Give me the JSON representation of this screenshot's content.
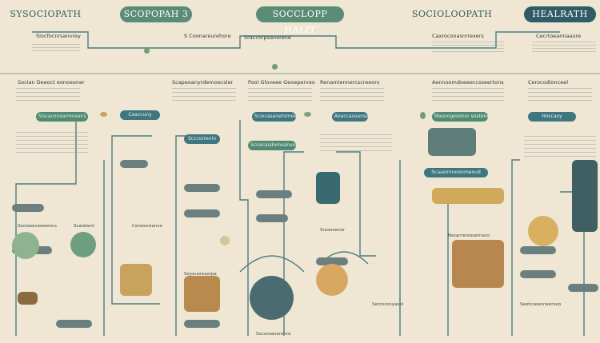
{
  "titles": {
    "t1": "SYSOCIOPATH",
    "t2": "SCOPOPAH 3",
    "t3": "SOCCLOPP HALIT",
    "t4": "SOCIOLOOPATH",
    "t5": "HEALRATH"
  },
  "pills": {
    "p1": "Siscaconoarmoseirs",
    "p2": "Caaccuny",
    "p3": "Sciocasanetomoiror",
    "p4": "Aoaccasoanseitol",
    "p5": "Masnogesonor sostenerd",
    "p6": "Hoscaoy",
    "p7": "Scccorrenin",
    "p8": "Scnacasdomeanvol",
    "p9": "Scaasmnorenmeoud"
  },
  "labels": {
    "l1": "Siocfocnrsanvrey",
    "l2": "S Coonareurehore",
    "l3": "Sraccorpsanorene",
    "l4": "Socian Deeoct eonoeoner",
    "l5": "Scapeoanyrdemoecsler",
    "l6": "Pool Gloveee Geoeperveo",
    "l7": "Renamiennercscreeors",
    "l8": "Aennoomdoeeeccsseertons",
    "l9": "Socioeeceoeeiocs",
    "l10": "Ceroosreanvo",
    "l11": "Scaiatent",
    "l12": "Soyeusreasrpa",
    "l13": "Srasooenor",
    "l14": "Socoroanerenre",
    "l15": "Caxroconasnrrexers",
    "l16": "Cecrtoeannaaure",
    "l17": "Cerocodionceel",
    "l18": "Neoprreresoemaco",
    "l19": "Sercocsnyasel",
    "l20": "Seetcoeanrwerseo"
  },
  "colors": {
    "background": "#efe7d3",
    "teal": "#2f5c66",
    "green": "#5a8c76",
    "pill": "#3f7680"
  }
}
